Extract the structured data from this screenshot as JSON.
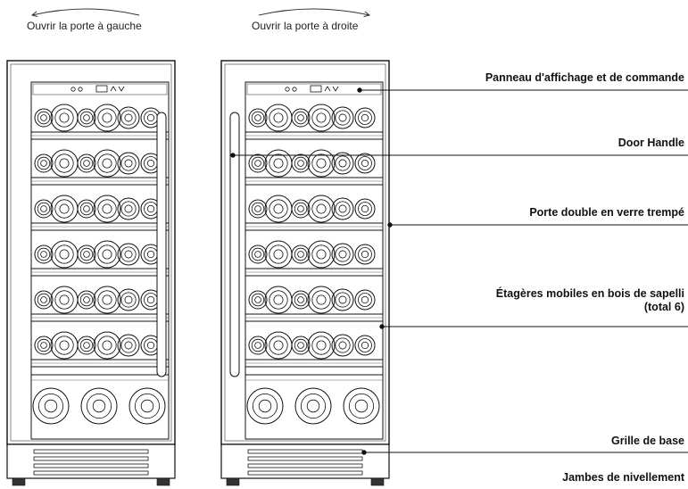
{
  "captions": {
    "left_door": "Ouvrir la porte à gauche",
    "right_door": "Ouvrir la porte à droite"
  },
  "callouts": {
    "display_panel": "Panneau d'affichage et de commande",
    "door_handle": "Door Handle",
    "glass_door": "Porte double en verre trempé",
    "shelves_line1": "Étagères mobiles en bois de sapelli",
    "shelves_line2": "(total 6)",
    "base_grille": "Grille de base",
    "leveling_legs": "Jambes de nivellement"
  },
  "colors": {
    "line": "#111111",
    "light_line": "#666666"
  }
}
